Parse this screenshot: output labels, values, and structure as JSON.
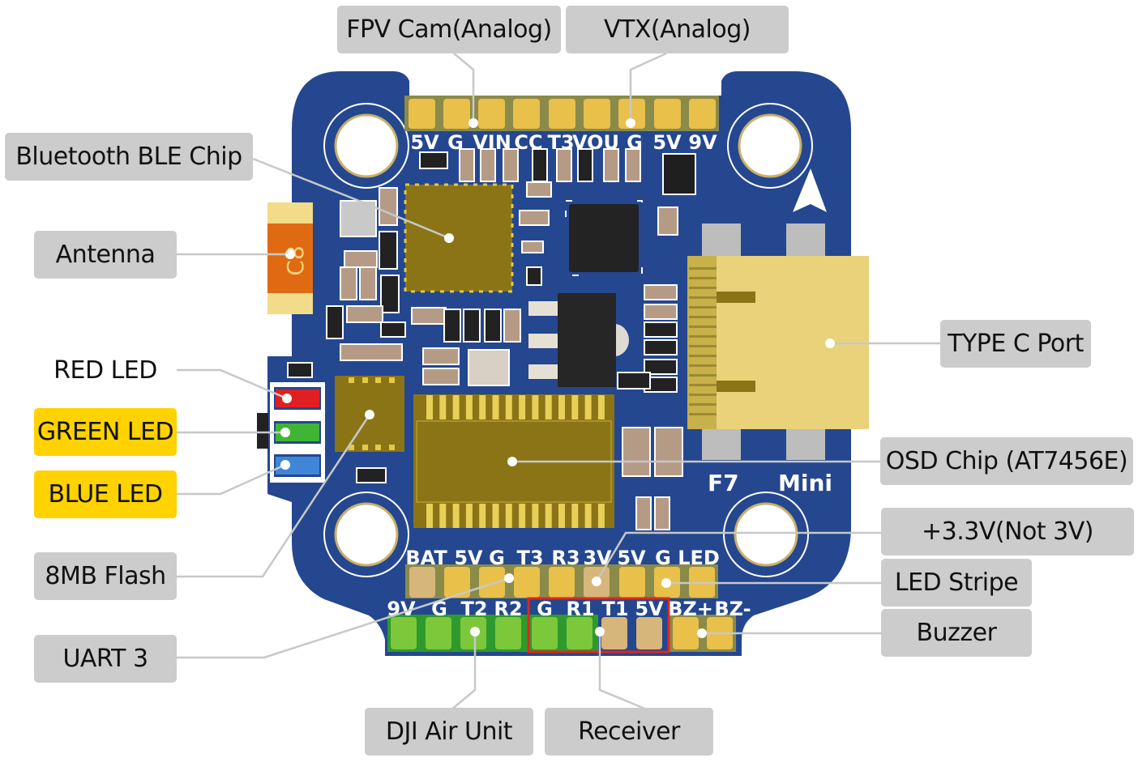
{
  "title": "F7 Mini flight controller pinout diagram",
  "board": {
    "silkscreen": {
      "line1": "F7",
      "line2": "Mini"
    },
    "colors": {
      "pcb": "#24478f",
      "pad_gold": "#e8c04a",
      "pad_tan": "#d6b67a",
      "pad_green": "#7cc83a",
      "chip_gold": "#8a7416",
      "usb_gold": "#e9d27a",
      "antenna_orange": "#e06a12",
      "led_red": "#e02020",
      "led_green": "#3fb534",
      "led_blue": "#3f86d8",
      "highlight_box": "#e0261c",
      "label_bg": "#cccccc",
      "label_highlight_bg": "#ffd200",
      "leader_line": "#c8c8c8"
    },
    "top_pads": [
      "5V",
      "G",
      "VIN",
      "CC",
      "T3",
      "VOU",
      "G",
      "5V",
      "9V"
    ],
    "bottom_row1_pads": [
      "BAT",
      "5V",
      "G",
      "T3",
      "R3",
      "3V",
      "5V",
      "G",
      "LED"
    ],
    "bottom_row2_pads": [
      "9V",
      "G",
      "T2",
      "R2",
      "G",
      "R1",
      "T1",
      "5V",
      "BZ+",
      "BZ-"
    ],
    "leds": [
      "red",
      "green",
      "blue"
    ]
  },
  "labels": {
    "fpv_cam": "FPV Cam(Analog)",
    "vtx": "VTX(Analog)",
    "bluetooth": "Bluetooth BLE Chip",
    "antenna": "Antenna",
    "red_led": "RED LED",
    "green_led": "GREEN LED",
    "blue_led": "BLUE LED",
    "flash": "8MB Flash",
    "uart3": "UART 3",
    "dji": "DJI Air Unit",
    "receiver": "Receiver",
    "typec": "TYPE C Port",
    "osd": "OSD Chip (AT7456E)",
    "v33": "+3.3V(Not 3V)",
    "led_stripe": "LED Stripe",
    "buzzer": "Buzzer"
  }
}
